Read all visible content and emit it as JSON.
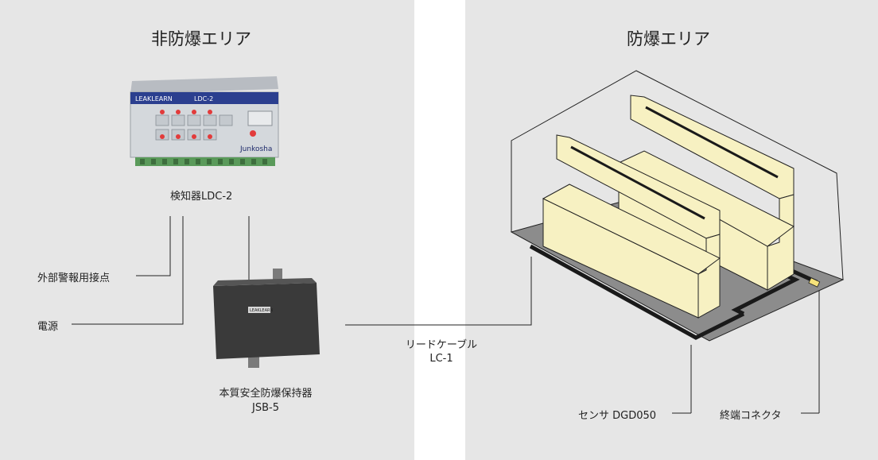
{
  "zones": {
    "non_hazardous_title": "非防爆エリア",
    "hazardous_title": "防爆エリア"
  },
  "devices": {
    "detector": {
      "label": "検知器LDC-2",
      "brand": "LEAKLEARN",
      "model": "LDC-2",
      "maker": "Junkosha"
    },
    "barrier": {
      "label_line1": "本質安全防爆保持器",
      "label_line2": "JSB-5",
      "brand": "LEAKLEARN"
    }
  },
  "connections": {
    "alarm_contact": "外部警報用接点",
    "power": "電源",
    "lead_cable_line1": "リードケーブル",
    "lead_cable_line2": "LC-1"
  },
  "field": {
    "sensor": "センサ DGD050",
    "terminal": "終端コネクタ"
  },
  "colors": {
    "zone_bg": "#e6e6e6",
    "gap_bg": "#ffffff",
    "equipment_fill": "#f7f1c2",
    "sensor_black": "#1a1a1a",
    "floor_gray": "#8c8c8c"
  }
}
